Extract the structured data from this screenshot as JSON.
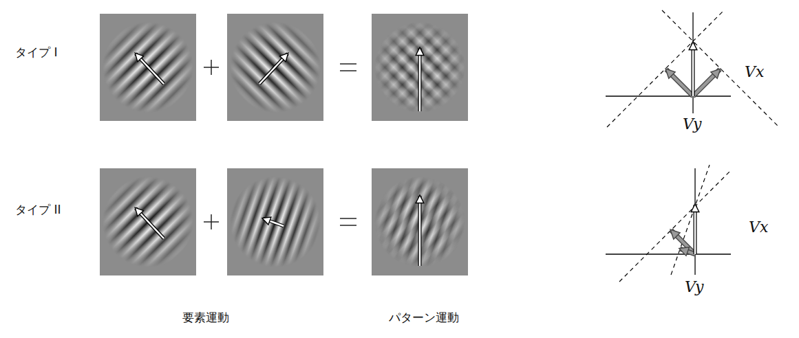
{
  "diagram": {
    "labels": [
      "タイプ I",
      "タイプ II",
      "要素運動",
      "パターン運動",
      "Vx",
      "Vy",
      "Vx",
      "Vy"
    ]
  }
}
